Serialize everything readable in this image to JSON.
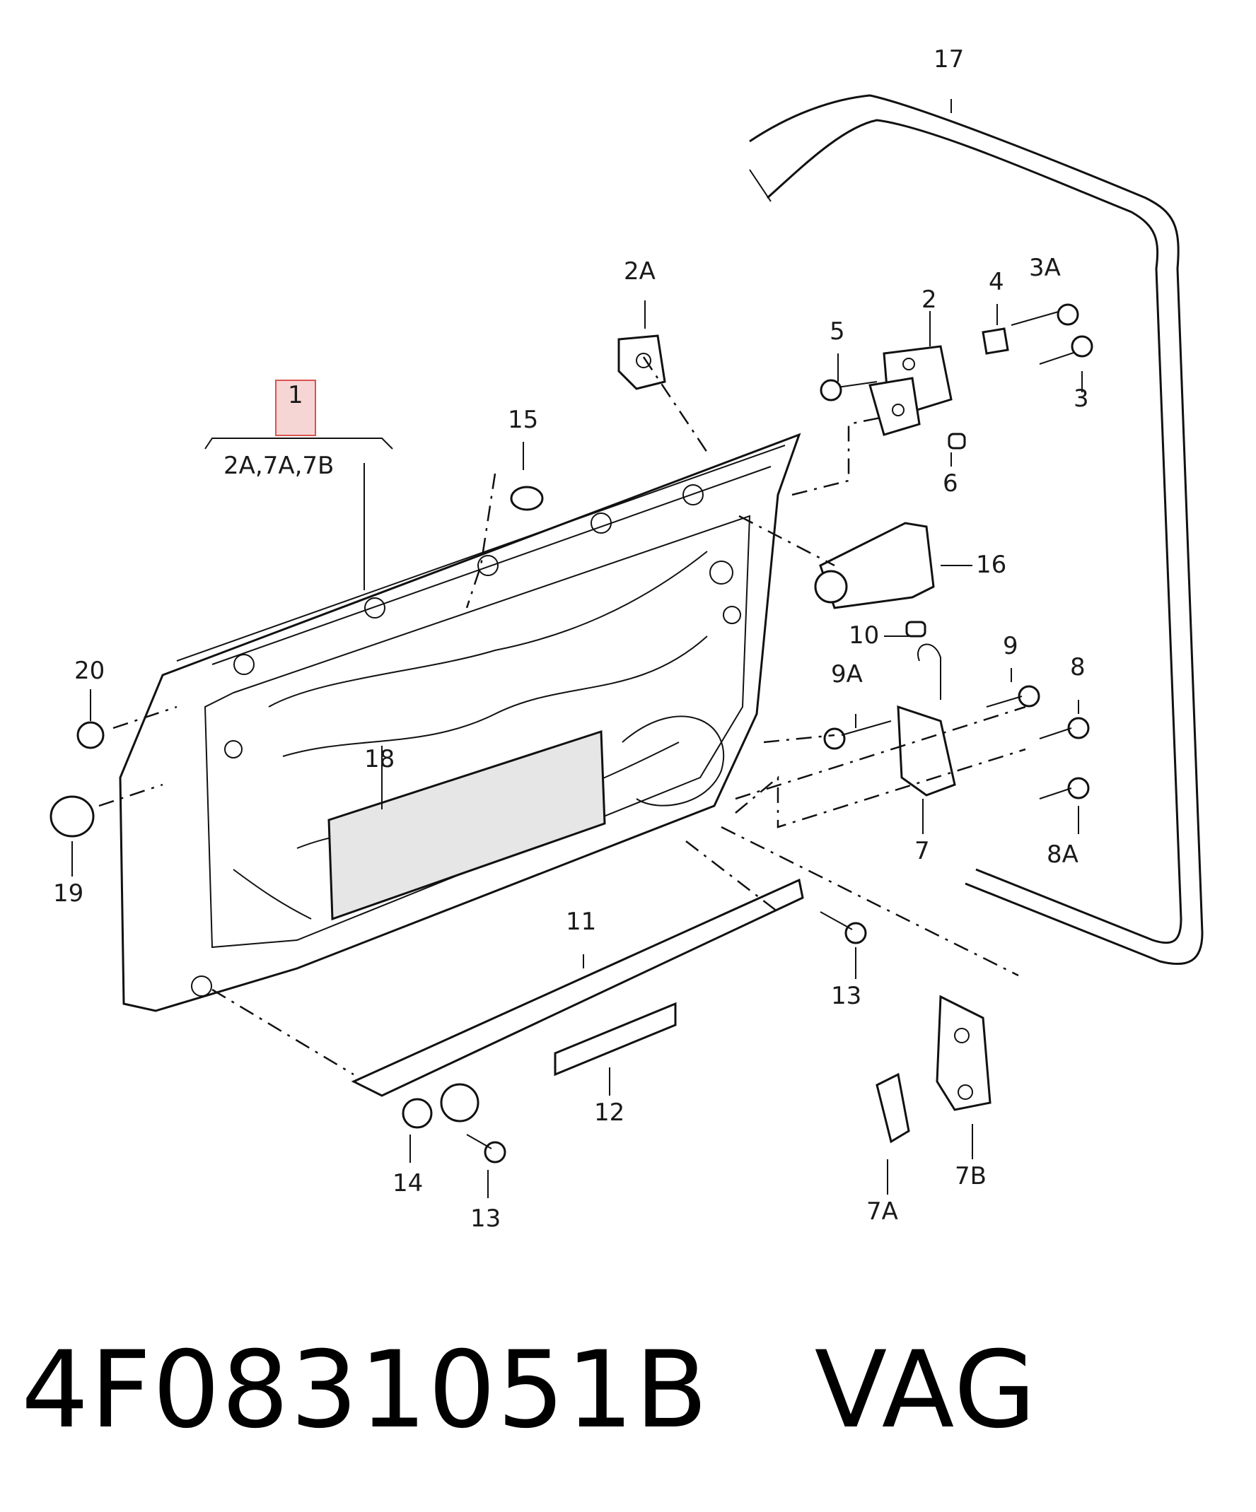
{
  "callouts": {
    "c1": "1",
    "c1_sub": "2A,7A,7B",
    "c2": "2",
    "c2A": "2A",
    "c3": "3",
    "c3A": "3A",
    "c4": "4",
    "c5": "5",
    "c6": "6",
    "c7": "7",
    "c7A": "7A",
    "c7B": "7B",
    "c8": "8",
    "c8A": "8A",
    "c9": "9",
    "c9A": "9A",
    "c10": "10",
    "c11": "11",
    "c12": "12",
    "c13a": "13",
    "c13b": "13",
    "c14": "14",
    "c15": "15",
    "c16": "16",
    "c17": "17",
    "c18": "18",
    "c19": "19",
    "c20": "20"
  },
  "footer": {
    "part_number": "4F0831051B   VAG"
  },
  "colors": {
    "highlight_border": "#d9534f",
    "highlight_fill": "#f6d5d5",
    "line": "#111111"
  }
}
